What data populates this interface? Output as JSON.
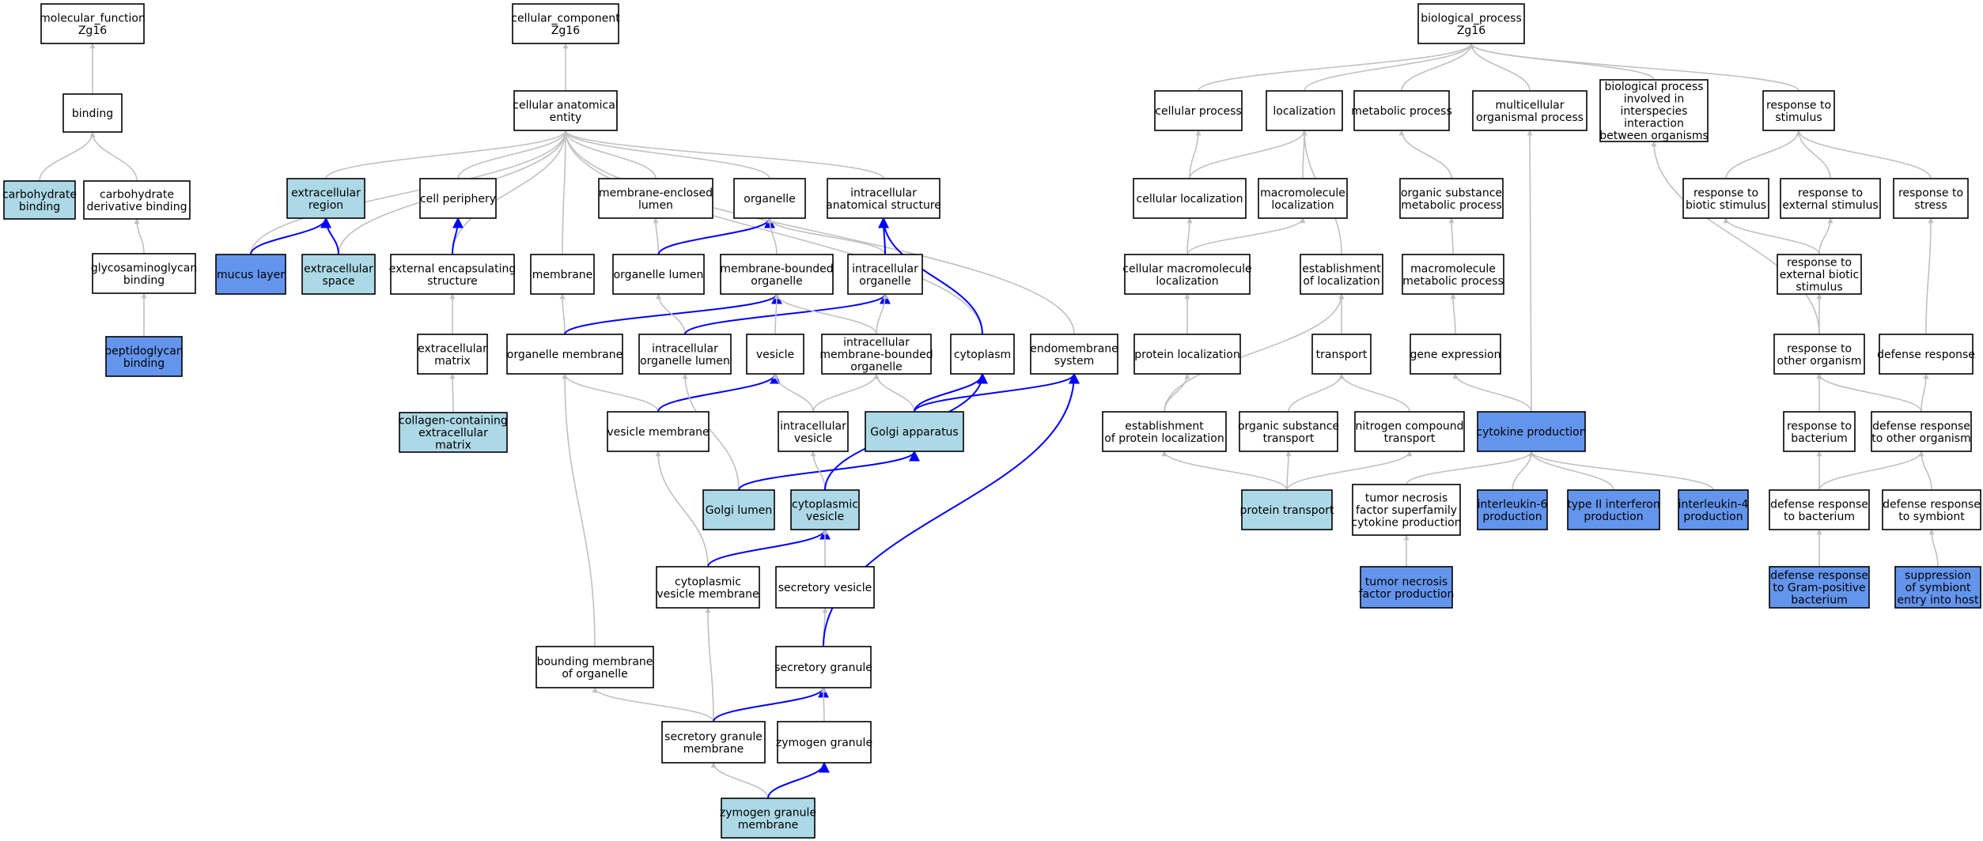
{
  "colors": {
    "default_fill": "#ffffff",
    "light_fill": "#add8e6",
    "dark_fill": "#6495ed",
    "normal_edge": "#c0c0c0",
    "highlight_edge": "#0000ff"
  },
  "nodes": [
    {
      "id": "mf",
      "lines": [
        "molecular_function",
        "Zg16"
      ],
      "fill": "default"
    },
    {
      "id": "cc",
      "lines": [
        "cellular_component",
        "Zg16"
      ],
      "fill": "default"
    },
    {
      "id": "bp",
      "lines": [
        "biological_process",
        "Zg16"
      ],
      "fill": "default"
    },
    {
      "id": "binding",
      "lines": [
        "binding"
      ],
      "fill": "default"
    },
    {
      "id": "carb_binding",
      "lines": [
        "carbohydrate",
        "binding"
      ],
      "fill": "light"
    },
    {
      "id": "carb_deriv_binding",
      "lines": [
        "carbohydrate",
        "derivative binding"
      ],
      "fill": "default"
    },
    {
      "id": "gag_binding",
      "lines": [
        "glycosaminoglycan",
        "binding"
      ],
      "fill": "default"
    },
    {
      "id": "pg_binding",
      "lines": [
        "peptidoglycan",
        "binding"
      ],
      "fill": "dark"
    },
    {
      "id": "cae",
      "lines": [
        "cellular anatomical",
        "entity"
      ],
      "fill": "default"
    },
    {
      "id": "ec_region",
      "lines": [
        "extracellular",
        "region"
      ],
      "fill": "light"
    },
    {
      "id": "mucus",
      "lines": [
        "mucus layer"
      ],
      "fill": "dark"
    },
    {
      "id": "ec_space",
      "lines": [
        "extracellular",
        "space"
      ],
      "fill": "light"
    },
    {
      "id": "cell_periphery",
      "lines": [
        "cell periphery"
      ],
      "fill": "default"
    },
    {
      "id": "ext_encap",
      "lines": [
        "external encapsulating",
        "structure"
      ],
      "fill": "default"
    },
    {
      "id": "ecm",
      "lines": [
        "extracellular",
        "matrix"
      ],
      "fill": "default"
    },
    {
      "id": "collagen_ecm",
      "lines": [
        "collagen-containing",
        "extracellular",
        "matrix"
      ],
      "fill": "light"
    },
    {
      "id": "membrane",
      "lines": [
        "membrane"
      ],
      "fill": "default"
    },
    {
      "id": "mem_enclosed_lumen",
      "lines": [
        "membrane-enclosed",
        "lumen"
      ],
      "fill": "default"
    },
    {
      "id": "organelle",
      "lines": [
        "organelle"
      ],
      "fill": "default"
    },
    {
      "id": "ias",
      "lines": [
        "intracellular",
        "anatomical structure"
      ],
      "fill": "default"
    },
    {
      "id": "organelle_lumen",
      "lines": [
        "organelle lumen"
      ],
      "fill": "default"
    },
    {
      "id": "mbo",
      "lines": [
        "membrane-bounded",
        "organelle"
      ],
      "fill": "default"
    },
    {
      "id": "intracell_org",
      "lines": [
        "intracellular",
        "organelle"
      ],
      "fill": "default"
    },
    {
      "id": "organelle_membrane",
      "lines": [
        "organelle membrane"
      ],
      "fill": "default"
    },
    {
      "id": "intracell_org_lumen",
      "lines": [
        "intracellular",
        "organelle lumen"
      ],
      "fill": "default"
    },
    {
      "id": "vesicle",
      "lines": [
        "vesicle"
      ],
      "fill": "default"
    },
    {
      "id": "imbo",
      "lines": [
        "intracellular",
        "membrane-bounded",
        "organelle"
      ],
      "fill": "default"
    },
    {
      "id": "cytoplasm",
      "lines": [
        "cytoplasm"
      ],
      "fill": "default"
    },
    {
      "id": "endomembrane",
      "lines": [
        "endomembrane",
        "system"
      ],
      "fill": "default"
    },
    {
      "id": "vesicle_membrane",
      "lines": [
        "vesicle membrane"
      ],
      "fill": "default"
    },
    {
      "id": "intracell_vesicle",
      "lines": [
        "intracellular",
        "vesicle"
      ],
      "fill": "default"
    },
    {
      "id": "golgi",
      "lines": [
        "Golgi apparatus"
      ],
      "fill": "light"
    },
    {
      "id": "golgi_lumen",
      "lines": [
        "Golgi lumen"
      ],
      "fill": "light"
    },
    {
      "id": "cyto_vesicle",
      "lines": [
        "cytoplasmic",
        "vesicle"
      ],
      "fill": "light"
    },
    {
      "id": "cyto_vesicle_mem",
      "lines": [
        "cytoplasmic",
        "vesicle membrane"
      ],
      "fill": "default"
    },
    {
      "id": "secretory_vesicle",
      "lines": [
        "secretory vesicle"
      ],
      "fill": "default"
    },
    {
      "id": "bounding_mem",
      "lines": [
        "bounding membrane",
        "of organelle"
      ],
      "fill": "default"
    },
    {
      "id": "secretory_granule",
      "lines": [
        "secretory granule"
      ],
      "fill": "default"
    },
    {
      "id": "sg_membrane",
      "lines": [
        "secretory granule",
        "membrane"
      ],
      "fill": "default"
    },
    {
      "id": "zymogen_granule",
      "lines": [
        "zymogen granule"
      ],
      "fill": "default"
    },
    {
      "id": "zg_membrane",
      "lines": [
        "zymogen granule",
        "membrane"
      ],
      "fill": "light"
    },
    {
      "id": "cellular_process",
      "lines": [
        "cellular process"
      ],
      "fill": "default"
    },
    {
      "id": "localization",
      "lines": [
        "localization"
      ],
      "fill": "default"
    },
    {
      "id": "metabolic_process",
      "lines": [
        "metabolic process"
      ],
      "fill": "default"
    },
    {
      "id": "multicellular",
      "lines": [
        "multicellular",
        "organismal process"
      ],
      "fill": "default"
    },
    {
      "id": "interspecies",
      "lines": [
        "biological process",
        "involved in",
        "interspecies",
        "interaction",
        "between organisms"
      ],
      "fill": "default"
    },
    {
      "id": "resp_stimulus",
      "lines": [
        "response to",
        "stimulus"
      ],
      "fill": "default"
    },
    {
      "id": "cell_localization",
      "lines": [
        "cellular localization"
      ],
      "fill": "default"
    },
    {
      "id": "macromol_loc",
      "lines": [
        "macromolecule",
        "localization"
      ],
      "fill": "default"
    },
    {
      "id": "org_subst_metab",
      "lines": [
        "organic substance",
        "metabolic process"
      ],
      "fill": "default"
    },
    {
      "id": "resp_biotic",
      "lines": [
        "response to",
        "biotic stimulus"
      ],
      "fill": "default"
    },
    {
      "id": "resp_external",
      "lines": [
        "response to",
        "external stimulus"
      ],
      "fill": "default"
    },
    {
      "id": "resp_stress",
      "lines": [
        "response to",
        "stress"
      ],
      "fill": "default"
    },
    {
      "id": "cell_macromol_loc",
      "lines": [
        "cellular macromolecule",
        "localization"
      ],
      "fill": "default"
    },
    {
      "id": "estab_loc",
      "lines": [
        "establishment",
        "of localization"
      ],
      "fill": "default"
    },
    {
      "id": "macromol_metab",
      "lines": [
        "macromolecule",
        "metabolic process"
      ],
      "fill": "default"
    },
    {
      "id": "resp_ext_biotic",
      "lines": [
        "response to",
        "external biotic",
        "stimulus"
      ],
      "fill": "default"
    },
    {
      "id": "protein_loc",
      "lines": [
        "protein localization"
      ],
      "fill": "default"
    },
    {
      "id": "transport",
      "lines": [
        "transport"
      ],
      "fill": "default"
    },
    {
      "id": "gene_expr",
      "lines": [
        "gene expression"
      ],
      "fill": "default"
    },
    {
      "id": "resp_other_org",
      "lines": [
        "response to",
        "other organism"
      ],
      "fill": "default"
    },
    {
      "id": "defense_resp",
      "lines": [
        "defense response"
      ],
      "fill": "default"
    },
    {
      "id": "estab_protein_loc",
      "lines": [
        "establishment",
        "of protein localization"
      ],
      "fill": "default"
    },
    {
      "id": "org_subst_transport",
      "lines": [
        "organic substance",
        "transport"
      ],
      "fill": "default"
    },
    {
      "id": "nitrogen_transport",
      "lines": [
        "nitrogen compound",
        "transport"
      ],
      "fill": "default"
    },
    {
      "id": "cytokine_prod",
      "lines": [
        "cytokine production"
      ],
      "fill": "dark"
    },
    {
      "id": "resp_bacterium",
      "lines": [
        "response to",
        "bacterium"
      ],
      "fill": "default"
    },
    {
      "id": "def_resp_other",
      "lines": [
        "defense response",
        "to other organism"
      ],
      "fill": "default"
    },
    {
      "id": "protein_transport",
      "lines": [
        "protein transport"
      ],
      "fill": "light"
    },
    {
      "id": "tnf_superfamily",
      "lines": [
        "tumor necrosis",
        "factor superfamily",
        "cytokine production"
      ],
      "fill": "default"
    },
    {
      "id": "il6",
      "lines": [
        "interleukin-6",
        "production"
      ],
      "fill": "dark"
    },
    {
      "id": "ifn2",
      "lines": [
        "type II interferon",
        "production"
      ],
      "fill": "dark"
    },
    {
      "id": "il4",
      "lines": [
        "interleukin-4",
        "production"
      ],
      "fill": "dark"
    },
    {
      "id": "def_resp_bact",
      "lines": [
        "defense response",
        "to bacterium"
      ],
      "fill": "default"
    },
    {
      "id": "def_resp_symb",
      "lines": [
        "defense response",
        "to symbiont"
      ],
      "fill": "default"
    },
    {
      "id": "tnf_prod",
      "lines": [
        "tumor necrosis",
        "factor production"
      ],
      "fill": "dark"
    },
    {
      "id": "def_resp_grampos",
      "lines": [
        "defense response",
        "to Gram-positive",
        "bacterium"
      ],
      "fill": "dark"
    },
    {
      "id": "suppr_symbiont",
      "lines": [
        "suppression",
        "of symbiont",
        "entry into host"
      ],
      "fill": "dark"
    }
  ],
  "edges": [
    [
      "binding",
      "mf",
      "n"
    ],
    [
      "carb_binding",
      "binding",
      "n"
    ],
    [
      "carb_deriv_binding",
      "binding",
      "n"
    ],
    [
      "gag_binding",
      "carb_deriv_binding",
      "n"
    ],
    [
      "pg_binding",
      "gag_binding",
      "n"
    ],
    [
      "cae",
      "cc",
      "n"
    ],
    [
      "ec_region",
      "cae",
      "n"
    ],
    [
      "mucus",
      "cae",
      "n"
    ],
    [
      "ec_space",
      "cae",
      "n"
    ],
    [
      "cell_periphery",
      "cae",
      "n"
    ],
    [
      "ext_encap",
      "cae",
      "n"
    ],
    [
      "membrane",
      "cae",
      "n"
    ],
    [
      "mem_enclosed_lumen",
      "cae",
      "n"
    ],
    [
      "organelle",
      "cae",
      "n"
    ],
    [
      "ias",
      "cae",
      "n"
    ],
    [
      "cytoplasm",
      "cae",
      "n"
    ],
    [
      "endomembrane",
      "cae",
      "n"
    ],
    [
      "mucus",
      "ec_region",
      "h"
    ],
    [
      "ec_space",
      "ec_region",
      "h"
    ],
    [
      "ext_encap",
      "cell_periphery",
      "h"
    ],
    [
      "ecm",
      "ext_encap",
      "n"
    ],
    [
      "collagen_ecm",
      "ecm",
      "n"
    ],
    [
      "organelle_membrane",
      "membrane",
      "n"
    ],
    [
      "organelle_lumen",
      "mem_enclosed_lumen",
      "n"
    ],
    [
      "organelle_lumen",
      "organelle",
      "h"
    ],
    [
      "mbo",
      "organelle",
      "n"
    ],
    [
      "intracell_org",
      "organelle",
      "n"
    ],
    [
      "intracell_org",
      "ias",
      "h"
    ],
    [
      "cytoplasm",
      "ias",
      "h"
    ],
    [
      "organelle_membrane",
      "mbo",
      "h"
    ],
    [
      "intracell_org_lumen",
      "organelle_lumen",
      "n"
    ],
    [
      "intracell_org_lumen",
      "intracell_org",
      "h"
    ],
    [
      "vesicle",
      "mbo",
      "n"
    ],
    [
      "imbo",
      "mbo",
      "n"
    ],
    [
      "imbo",
      "intracell_org",
      "n"
    ],
    [
      "vesicle_membrane",
      "organelle_membrane",
      "n"
    ],
    [
      "vesicle_membrane",
      "vesicle",
      "h"
    ],
    [
      "intracell_vesicle",
      "vesicle",
      "n"
    ],
    [
      "intracell_vesicle",
      "imbo",
      "n"
    ],
    [
      "golgi",
      "imbo",
      "n"
    ],
    [
      "golgi",
      "cytoplasm",
      "h"
    ],
    [
      "golgi",
      "endomembrane",
      "h"
    ],
    [
      "golgi_lumen",
      "intracell_org_lumen",
      "n"
    ],
    [
      "golgi_lumen",
      "golgi",
      "h"
    ],
    [
      "cyto_vesicle",
      "intracell_vesicle",
      "n"
    ],
    [
      "cyto_vesicle",
      "cytoplasm",
      "h"
    ],
    [
      "cyto_vesicle_mem",
      "vesicle_membrane",
      "n"
    ],
    [
      "cyto_vesicle_mem",
      "cyto_vesicle",
      "h"
    ],
    [
      "secretory_vesicle",
      "cyto_vesicle",
      "n"
    ],
    [
      "bounding_mem",
      "organelle_membrane",
      "n"
    ],
    [
      "secretory_granule",
      "secretory_vesicle",
      "n"
    ],
    [
      "secretory_granule",
      "endomembrane",
      "h"
    ],
    [
      "sg_membrane",
      "bounding_mem",
      "n"
    ],
    [
      "sg_membrane",
      "cyto_vesicle_mem",
      "n"
    ],
    [
      "sg_membrane",
      "secretory_granule",
      "h"
    ],
    [
      "zymogen_granule",
      "secretory_granule",
      "n"
    ],
    [
      "zg_membrane",
      "sg_membrane",
      "n"
    ],
    [
      "zg_membrane",
      "zymogen_granule",
      "h"
    ],
    [
      "cellular_process",
      "bp",
      "n"
    ],
    [
      "localization",
      "bp",
      "n"
    ],
    [
      "metabolic_process",
      "bp",
      "n"
    ],
    [
      "multicellular",
      "bp",
      "n"
    ],
    [
      "interspecies",
      "bp",
      "n"
    ],
    [
      "resp_stimulus",
      "bp",
      "n"
    ],
    [
      "cell_localization",
      "cellular_process",
      "n"
    ],
    [
      "cell_localization",
      "localization",
      "n"
    ],
    [
      "macromol_loc",
      "localization",
      "n"
    ],
    [
      "cell_macromol_loc",
      "cell_localization",
      "n"
    ],
    [
      "cell_macromol_loc",
      "macromol_loc",
      "n"
    ],
    [
      "estab_loc",
      "localization",
      "n"
    ],
    [
      "protein_loc",
      "cell_macromol_loc",
      "n"
    ],
    [
      "estab_protein_loc",
      "protein_loc",
      "n"
    ],
    [
      "estab_protein_loc",
      "estab_loc",
      "n"
    ],
    [
      "transport",
      "estab_loc",
      "n"
    ],
    [
      "org_subst_transport",
      "transport",
      "n"
    ],
    [
      "nitrogen_transport",
      "transport",
      "n"
    ],
    [
      "protein_transport",
      "estab_protein_loc",
      "n"
    ],
    [
      "protein_transport",
      "org_subst_transport",
      "n"
    ],
    [
      "protein_transport",
      "nitrogen_transport",
      "n"
    ],
    [
      "org_subst_metab",
      "metabolic_process",
      "n"
    ],
    [
      "macromol_metab",
      "org_subst_metab",
      "n"
    ],
    [
      "gene_expr",
      "macromol_metab",
      "n"
    ],
    [
      "cytokine_prod",
      "gene_expr",
      "n"
    ],
    [
      "cytokine_prod",
      "multicellular",
      "n"
    ],
    [
      "tnf_superfamily",
      "cytokine_prod",
      "n"
    ],
    [
      "il6",
      "cytokine_prod",
      "n"
    ],
    [
      "ifn2",
      "cytokine_prod",
      "n"
    ],
    [
      "il4",
      "cytokine_prod",
      "n"
    ],
    [
      "tnf_prod",
      "tnf_superfamily",
      "n"
    ],
    [
      "resp_biotic",
      "resp_stimulus",
      "n"
    ],
    [
      "resp_external",
      "resp_stimulus",
      "n"
    ],
    [
      "resp_stress",
      "resp_stimulus",
      "n"
    ],
    [
      "resp_ext_biotic",
      "resp_biotic",
      "n"
    ],
    [
      "resp_ext_biotic",
      "resp_external",
      "n"
    ],
    [
      "resp_other_org",
      "resp_ext_biotic",
      "n"
    ],
    [
      "resp_other_org",
      "interspecies",
      "n"
    ],
    [
      "defense_resp",
      "resp_stress",
      "n"
    ],
    [
      "resp_bacterium",
      "resp_other_org",
      "n"
    ],
    [
      "def_resp_other",
      "resp_other_org",
      "n"
    ],
    [
      "def_resp_other",
      "defense_resp",
      "n"
    ],
    [
      "def_resp_bact",
      "resp_bacterium",
      "n"
    ],
    [
      "def_resp_bact",
      "def_resp_other",
      "n"
    ],
    [
      "def_resp_symb",
      "def_resp_other",
      "n"
    ],
    [
      "def_resp_grampos",
      "def_resp_bact",
      "n"
    ],
    [
      "suppr_symbiont",
      "def_resp_symb",
      "n"
    ]
  ]
}
